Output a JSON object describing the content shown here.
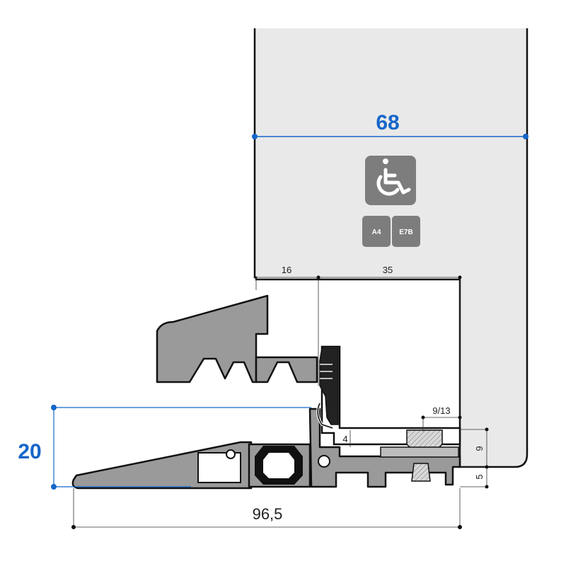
{
  "colors": {
    "accent_blue": "#1566c9",
    "door_fill": "#e9e9e9",
    "profile_fill": "#9a9a9a",
    "gasket": "#111111",
    "badge_gray": "#7d7d7d"
  },
  "dimensions": {
    "width_68": "68",
    "height_20": "20",
    "total_96_5": "96,5",
    "d16": "16",
    "d35": "35",
    "d9_13": "9/13",
    "d4": "4",
    "d9": "9",
    "d5": "5"
  },
  "badges": {
    "accessibility_icon": "wheelchair-icon",
    "a4": "A4",
    "e7b": "E7B"
  }
}
